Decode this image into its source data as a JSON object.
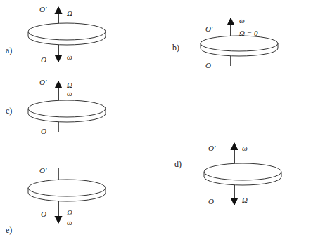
{
  "diagram": {
    "labels": [
      "a)",
      "O'",
      "Ω",
      "O",
      "ω",
      "b)",
      "O'",
      "ω",
      "Ω = 0",
      "O",
      "c)",
      "O'",
      "Ω",
      "ω",
      "O",
      "d)",
      "O'",
      "ω",
      "O",
      "Ω",
      "e)",
      "O'",
      "O",
      "Ω",
      "ω"
    ]
  }
}
